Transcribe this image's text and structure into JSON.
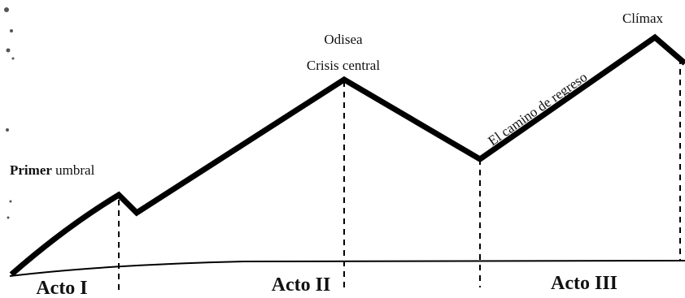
{
  "labels": {
    "primer_bold": "Primer",
    "primer_rest": " umbral",
    "odisea": "Odisea",
    "crisis": "Crisis central",
    "camino": "El camino de regreso",
    "climax": "Clímax"
  },
  "acts": {
    "act1": "Acto I",
    "act2": "Acto II",
    "act3": "Acto III"
  },
  "colors": {
    "ink": "#000000",
    "paper": "#ffffff"
  }
}
